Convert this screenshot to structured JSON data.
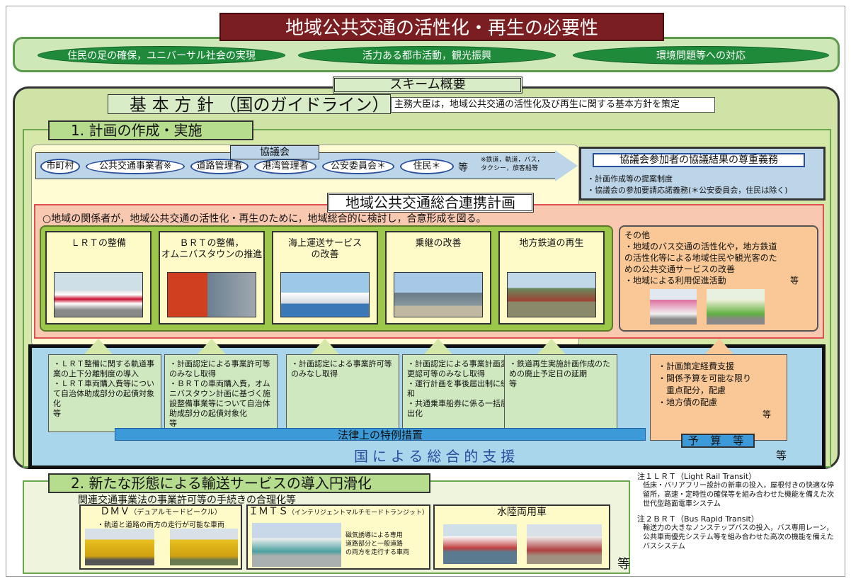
{
  "title": "地域公共交通の活性化・再生の必要性",
  "goals": [
    "住民の足の確保，ユニバーサル社会の実現",
    "活力ある都市活動，観光振興",
    "環境問題等への対応"
  ],
  "scheme_title": "スキーム概要",
  "kihon": {
    "label": "基 本 方 針 （国のガイドライン）",
    "desc": "主務大臣は，地域公共交通の活性化及び再生に関する基本方針を策定"
  },
  "section1": {
    "title": "1. 計画の作成・実施"
  },
  "council": {
    "label": "協議会",
    "members": [
      "市町村",
      "公共交通事業者※",
      "道路管理者",
      "港湾管理者",
      "公安委員会＊",
      "住民＊"
    ],
    "tou": "等",
    "note_line1": "※鉄道，軌道，バス，",
    "note_line2": "タクシー，旅客船等"
  },
  "respect": {
    "title": "協議会参加者の協議結果の尊重義務",
    "items": [
      "・計画作成等の提案制度",
      "・協議会の参加要請応諾義務(＊公安委員会，住民は除く)"
    ]
  },
  "plan": {
    "title": "地域公共交通総合連携計画",
    "desc": "○地域の関係者が，地域公共交通の活性化・再生のために，地域総合的に検討し，合意形成を図る。"
  },
  "cards": [
    {
      "l1": "ＬＲＴの整備",
      "l2": ""
    },
    {
      "l1": "ＢＲＴの整備，",
      "l2": "オムニバスタウンの推進"
    },
    {
      "l1": "海上運送サービス",
      "l2": "の改善"
    },
    {
      "l1": "乗継の改善",
      "l2": ""
    },
    {
      "l1": "地方鉄道の再生",
      "l2": ""
    }
  ],
  "other": {
    "title": "その他",
    "l1": "・地域のバス交通の活性化や，地方鉄道",
    "l2": "の活性化等による地域住民や観光客のた",
    "l3": "めの公共交通サービスの改善",
    "l4": "・地域による利用促進活動",
    "tou": "等"
  },
  "legal": {
    "cols": [
      "・ＬＲＴ整備に関する軌道事業の上下分離制度の導入\n・ＬＲＴ車両購入費等について自治体助成部分の起債対象化\n等",
      "・計画認定による事業許可等のみなし取得\n・ＢＲＴの車両購入費，オムニバスタウン計画に基づく施設整備事業等について自治体助成部分の起債対象化\n等",
      "・計画認定による事業許可等のみなし取得",
      "・計画認定による事業計画変更認可等のみなし取得\n・運行計画を事後届出制に緩和\n・共通乗車船券に係る一括届出化",
      "・鉄道再生実施計画作成のための廃止予定日の延期\n等"
    ],
    "bar": "法律上の特例措置",
    "kokuni": "国による総合的支援",
    "tou": "等"
  },
  "budget": {
    "items": [
      "・計画策定経費支援",
      "・関係予算を可能な限り",
      "　重点配分，配慮",
      "・地方債の配慮"
    ],
    "tou": "等",
    "label": "予 算 等"
  },
  "section2": {
    "title": "2. 新たな形態による輸送サービスの導入円滑化",
    "sub": "関連交通事業法の事業許可等の手続きの合理化等",
    "dmv_title": "ＤＭＶ",
    "dmv_sub": "（デュアルモードビークル）",
    "dmv_desc": "・軌道と道路の両方の走行が可能な車両",
    "imts_title": "ＩＭＴＳ",
    "imts_sub": "（インテリジェントマルチモードトランジット）",
    "imts_desc1": "磁気誘導による専用",
    "imts_desc2": "道路部分と一般道路",
    "imts_desc3": "の両方を走行する車両",
    "suiriku": "水陸両用車",
    "tou": "等"
  },
  "notes": {
    "n1t": "注１ＬＲＴ（Light Rail Transit）",
    "n1": "低床・バリアフリー設計の新車の投入，屋根付きの快適な停留所，高速・定時性の確保等を組み合わせた機能を備えた次世代型路面電車システム",
    "n2t": "注２ＢＲＴ（Bus Rapid Transit）",
    "n2": "輸送力の大きなノンステップバスの投入，バス専用レーン，公共車両優先システム等を組み合わせた高次の機能を備えたバスシステム"
  }
}
